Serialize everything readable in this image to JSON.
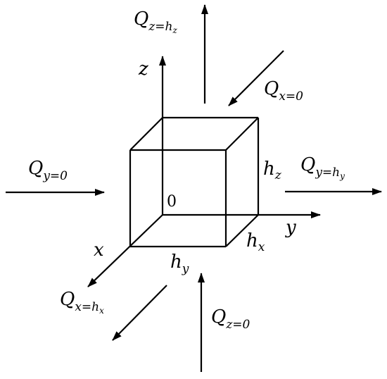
{
  "axes": {
    "x": "x",
    "y": "y",
    "z": "z",
    "origin": "0"
  },
  "dimensions": {
    "hx": {
      "base": "h",
      "sub": "x"
    },
    "hy": {
      "base": "h",
      "sub": "y"
    },
    "hz": {
      "base": "h",
      "sub": "z"
    }
  },
  "fluxes": {
    "z_top": {
      "base": "Q",
      "sub": "z=h",
      "subsub": "z"
    },
    "x_zero": {
      "base": "Q",
      "sub": "x=0"
    },
    "y_zero": {
      "base": "Q",
      "sub": "y=0"
    },
    "y_top": {
      "base": "Q",
      "sub": "y=h",
      "subsub": "y"
    },
    "x_top": {
      "base": "Q",
      "sub": "x=h",
      "subsub": "x"
    },
    "z_zero": {
      "base": "Q",
      "sub": "z=0"
    }
  },
  "colors": {
    "ink": "#000000",
    "background": "#ffffff"
  }
}
